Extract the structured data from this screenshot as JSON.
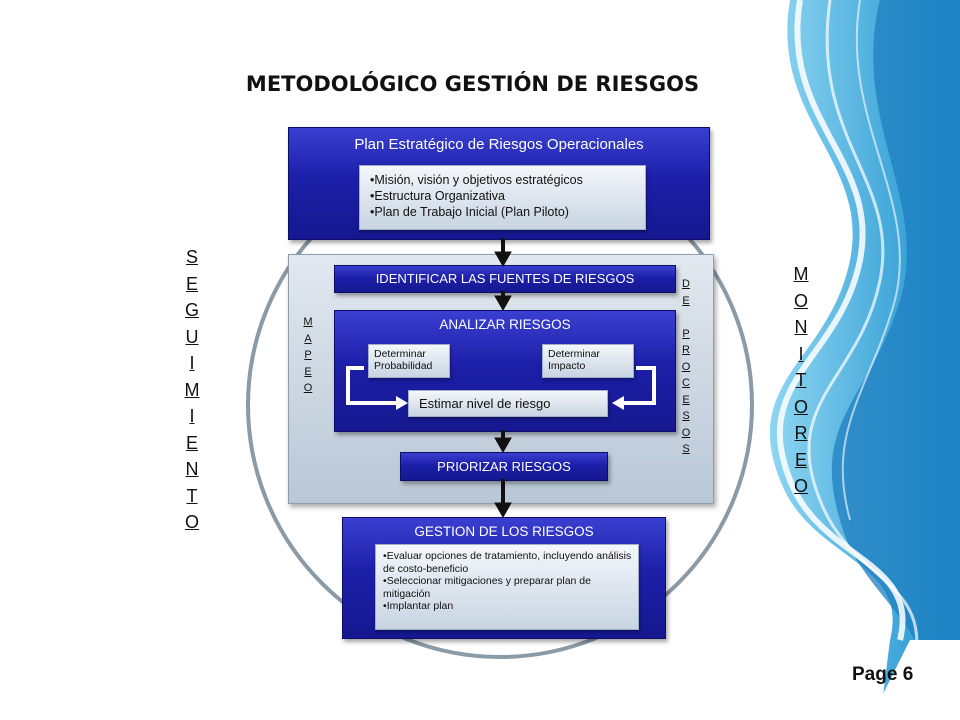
{
  "title": "METODOLÓGICO GESTIÓN DE RIESGOS",
  "plan": {
    "title": "Plan Estratégico de Riesgos Operacionales",
    "items": [
      "Misión, visión y objetivos estratégicos",
      "Estructura Organizativa",
      "Plan de Trabajo Inicial (Plan Piloto)"
    ]
  },
  "identificar": "IDENTIFICAR LAS FUENTES DE RIESGOS",
  "analizar": {
    "title": "ANALIZAR RIESGOS",
    "probabilidad": "Determinar Probabilidad",
    "impacto": "Determinar Impacto",
    "estimar": "Estimar nivel de riesgo"
  },
  "priorizar": "PRIORIZAR RIESGOS",
  "gestion": {
    "title": "GESTION DE LOS RIESGOS",
    "items": [
      "Evaluar opciones de tratamiento, incluyendo análisis de costo-beneficio",
      "Seleccionar mitigaciones y preparar plan de mitigación",
      "Implantar plan"
    ]
  },
  "side_labels": {
    "seguimiento": [
      "S",
      "E",
      "G",
      "U",
      "I",
      "M",
      "I",
      "E",
      "N",
      "T",
      "O"
    ],
    "monitoreo": [
      "M",
      "O",
      "N",
      "I",
      "T",
      "O",
      "R",
      "E",
      "O"
    ],
    "mapeo": [
      "M",
      "A",
      "P",
      "E",
      "O"
    ],
    "de_procesos": [
      "D",
      "E",
      "",
      "P",
      "R",
      "O",
      "C",
      "E",
      "S",
      "O",
      "S"
    ]
  },
  "page_label": "Page 6",
  "colors": {
    "box_blue": "#1c1fa8",
    "circle": "#8a9aa6",
    "wave_blue": "#2aa6d8"
  }
}
